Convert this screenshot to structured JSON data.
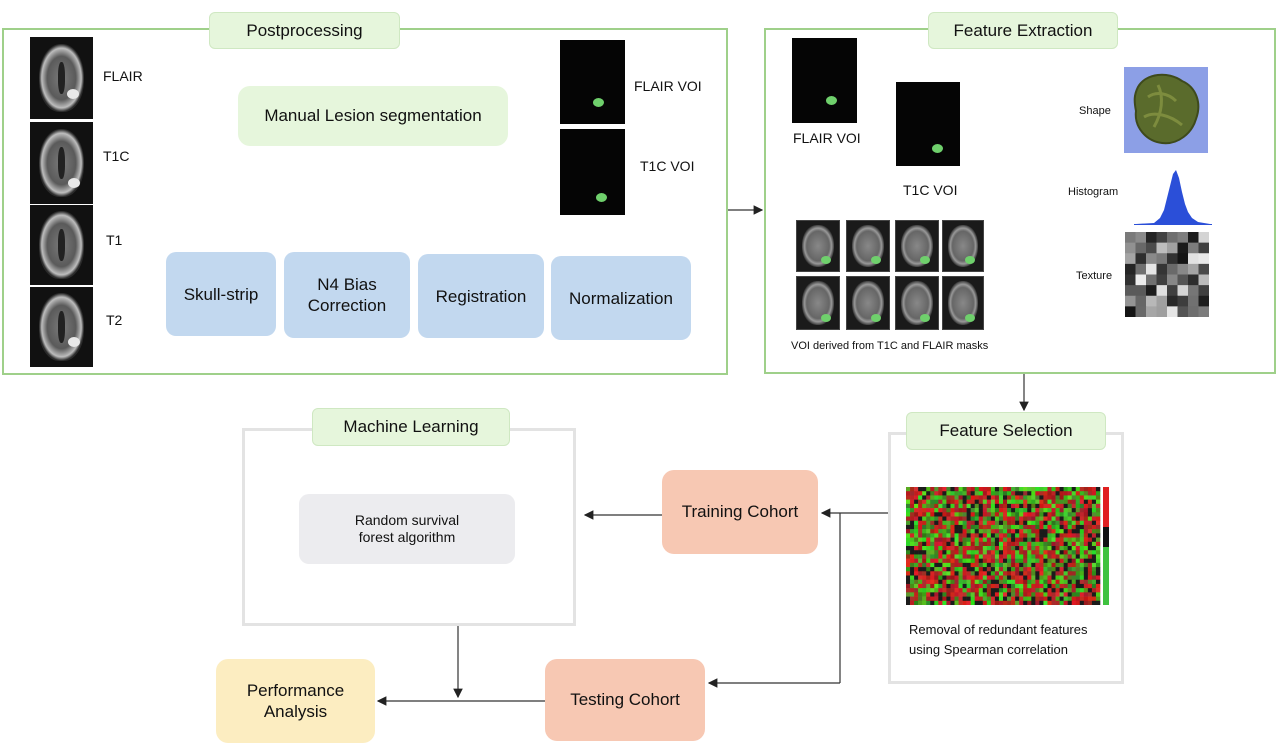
{
  "postprocessing": {
    "title": "Postprocessing",
    "mri_labels": [
      "FLAIR",
      "T1C",
      "T1",
      "T2"
    ],
    "segmentation_label": "Manual Lesion segmentation",
    "voi_labels": [
      "FLAIR VOI",
      "T1C VOI"
    ],
    "steps": [
      "Skull-strip",
      "N4 Bias Correction",
      "Registration",
      "Normalization"
    ]
  },
  "feature_extraction": {
    "title": "Feature Extraction",
    "voi_labels": [
      "FLAIR VOI",
      "T1C VOI"
    ],
    "features": [
      "Shape",
      "Histogram",
      "Texture"
    ],
    "caption": "VOI derived from T1C and FLAIR masks"
  },
  "feature_selection": {
    "title": "Feature Selection",
    "caption_line1": "Removal of redundant features",
    "caption_line2": "using Spearman correlation"
  },
  "machine_learning": {
    "title": "Machine Learning",
    "algorithm_line1": "Random survival",
    "algorithm_line2": "forest algorithm"
  },
  "cohorts": {
    "training": "Training Cohort",
    "testing": "Testing Cohort"
  },
  "performance": {
    "line1": "Performance",
    "line2": "Analysis"
  },
  "colors": {
    "panel_border": "#9fd08a",
    "label_green": "#e6f6dc",
    "step_blue": "#c2d8ef",
    "cohort_salmon": "#f7c8b3",
    "performance_yellow": "#fcedc1",
    "lesion_green": "#6fd06c"
  }
}
